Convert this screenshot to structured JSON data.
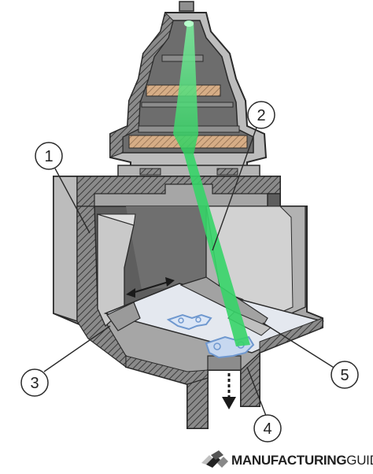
{
  "callouts": [
    {
      "id": "1",
      "label": "1"
    },
    {
      "id": "2",
      "label": "2"
    },
    {
      "id": "3",
      "label": "3"
    },
    {
      "id": "4",
      "label": "4"
    },
    {
      "id": "5",
      "label": "5"
    }
  ],
  "brand": {
    "name_bold": "MANUFACTURING",
    "name_regular": "GUIDE"
  },
  "colors": {
    "housing_light": "#bdbdbd",
    "housing_mid": "#9e9e9e",
    "housing_dark": "#6f6f6f",
    "laser": "#39d96b",
    "lens": "#d9b08c",
    "part_outline": "#7a9fd1",
    "outline": "#2a2a2a"
  }
}
